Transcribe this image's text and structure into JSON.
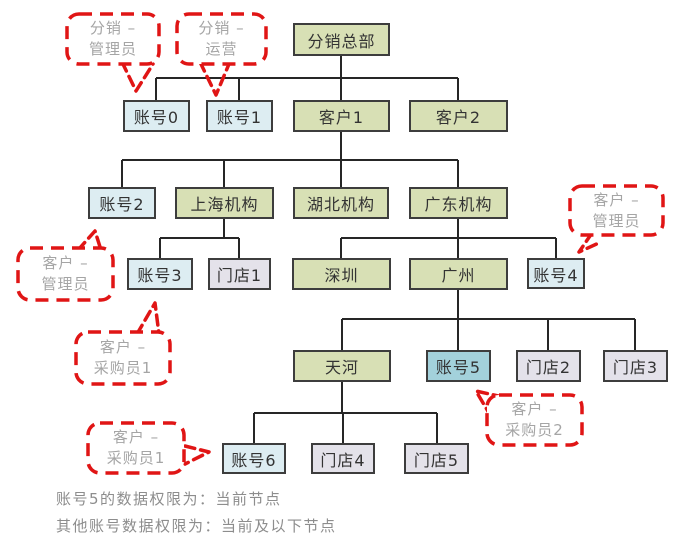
{
  "colors": {
    "node_green": "#d8e0b5",
    "node_blue": "#ddedf2",
    "node_teal": "#a3d1db",
    "node_lavender": "#e4e2ea",
    "node_border": "#3d3d3d",
    "node_text": "#333333",
    "connector": "#262626",
    "callout_red": "#e01515",
    "callout_text": "#a5a5a5",
    "footer_text": "#8d8d8d",
    "background": "#ffffff"
  },
  "nodes": {
    "hq": "分销总部",
    "account0": "账号0",
    "account1": "账号1",
    "customer1": "客户1",
    "customer2": "客户2",
    "account2": "账号2",
    "shanghai": "上海机构",
    "hubei": "湖北机构",
    "guangdong": "广东机构",
    "account3": "账号3",
    "store1": "门店1",
    "shenzhen": "深圳",
    "guangzhou": "广州",
    "account4": "账号4",
    "tianhe": "天河",
    "account5": "账号5",
    "store2": "门店2",
    "store3": "门店3",
    "account6": "账号6",
    "store4": "门店4",
    "store5": "门店5"
  },
  "callouts": {
    "dist_admin": {
      "line1": "分销 –",
      "line2": "管理员"
    },
    "dist_ops": {
      "line1": "分销 –",
      "line2": "运营"
    },
    "cust_admin_right": {
      "line1": "客户 –",
      "line2": "管理员"
    },
    "cust_admin_left": {
      "line1": "客户 –",
      "line2": "管理员"
    },
    "cust_buyer1_mid": {
      "line1": "客户 –",
      "line2": "采购员1"
    },
    "cust_buyer2": {
      "line1": "客户 –",
      "line2": "采购员2"
    },
    "cust_buyer1_bottom": {
      "line1": "客户 –",
      "line2": "采购员1"
    }
  },
  "footer": {
    "line1": "账号5的数据权限为：当前节点",
    "line2": "其他账号数据权限为：当前及以下节点"
  }
}
